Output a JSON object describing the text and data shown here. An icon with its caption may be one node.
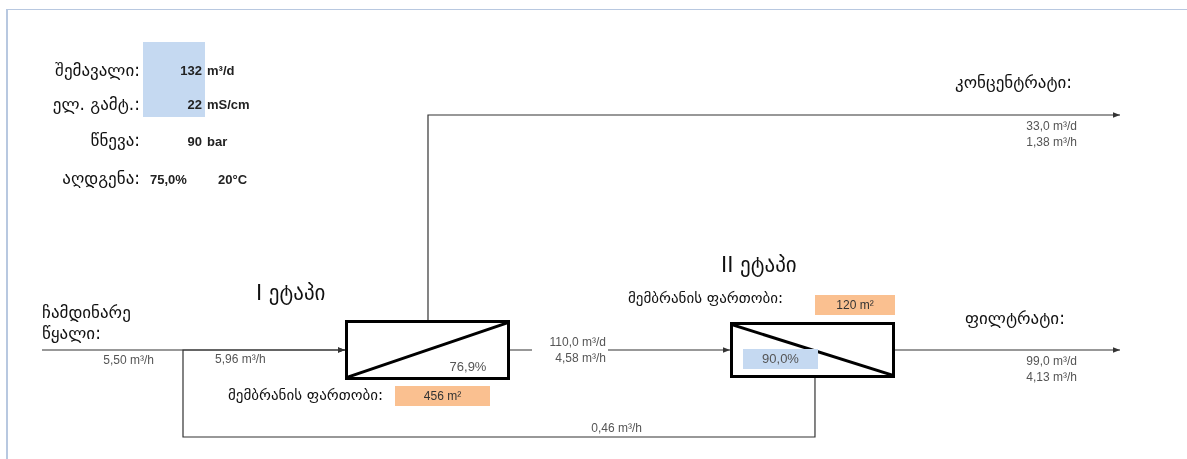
{
  "diagram": {
    "nodes": [
      {
        "text": [
          "ჩამდინარე წყალი:"
        ]
      },
      {
        "text": [
          "I ეტაპი",
          "76,9%"
        ],
        "beside": [
          "მემბრანის ფართობი:",
          "456 m²"
        ]
      },
      {
        "text": [
          "II ეტაპი",
          "90,0%"
        ],
        "beside": [
          "მემბრანის ფართობი:",
          "120 m²"
        ]
      },
      {
        "text": [
          "კონცენტრატი:"
        ]
      },
      {
        "text": [
          "ფილტრატი:"
        ]
      }
    ],
    "edges": [
      {
        "from": 0,
        "to": 1,
        "arrow": "to",
        "label": "5,50 m³/h"
      },
      {
        "from": 1,
        "to": 3,
        "arrow": "to",
        "label": "33,0 m³/d 1,38 m³/h"
      },
      {
        "from": 1,
        "to": 2,
        "arrow": "to",
        "label": "110,0 m³/d 4,58 m³/h"
      },
      {
        "from": 2,
        "to": 4,
        "arrow": "to",
        "label": "99,0 m³/d 4,13 m³/h"
      },
      {
        "from": 2,
        "to": 1,
        "arrow": "to",
        "label": "0,46 m³/h"
      }
    ],
    "labels": [
      "შემავალი:",
      "132",
      "m³/d",
      "ელ. გამტ.:",
      "22",
      "mS/cm",
      "წნევა:",
      "90",
      "bar",
      "აღდგენა:",
      "75,0%",
      "20°C",
      "5,96 m³/h"
    ]
  }
}
